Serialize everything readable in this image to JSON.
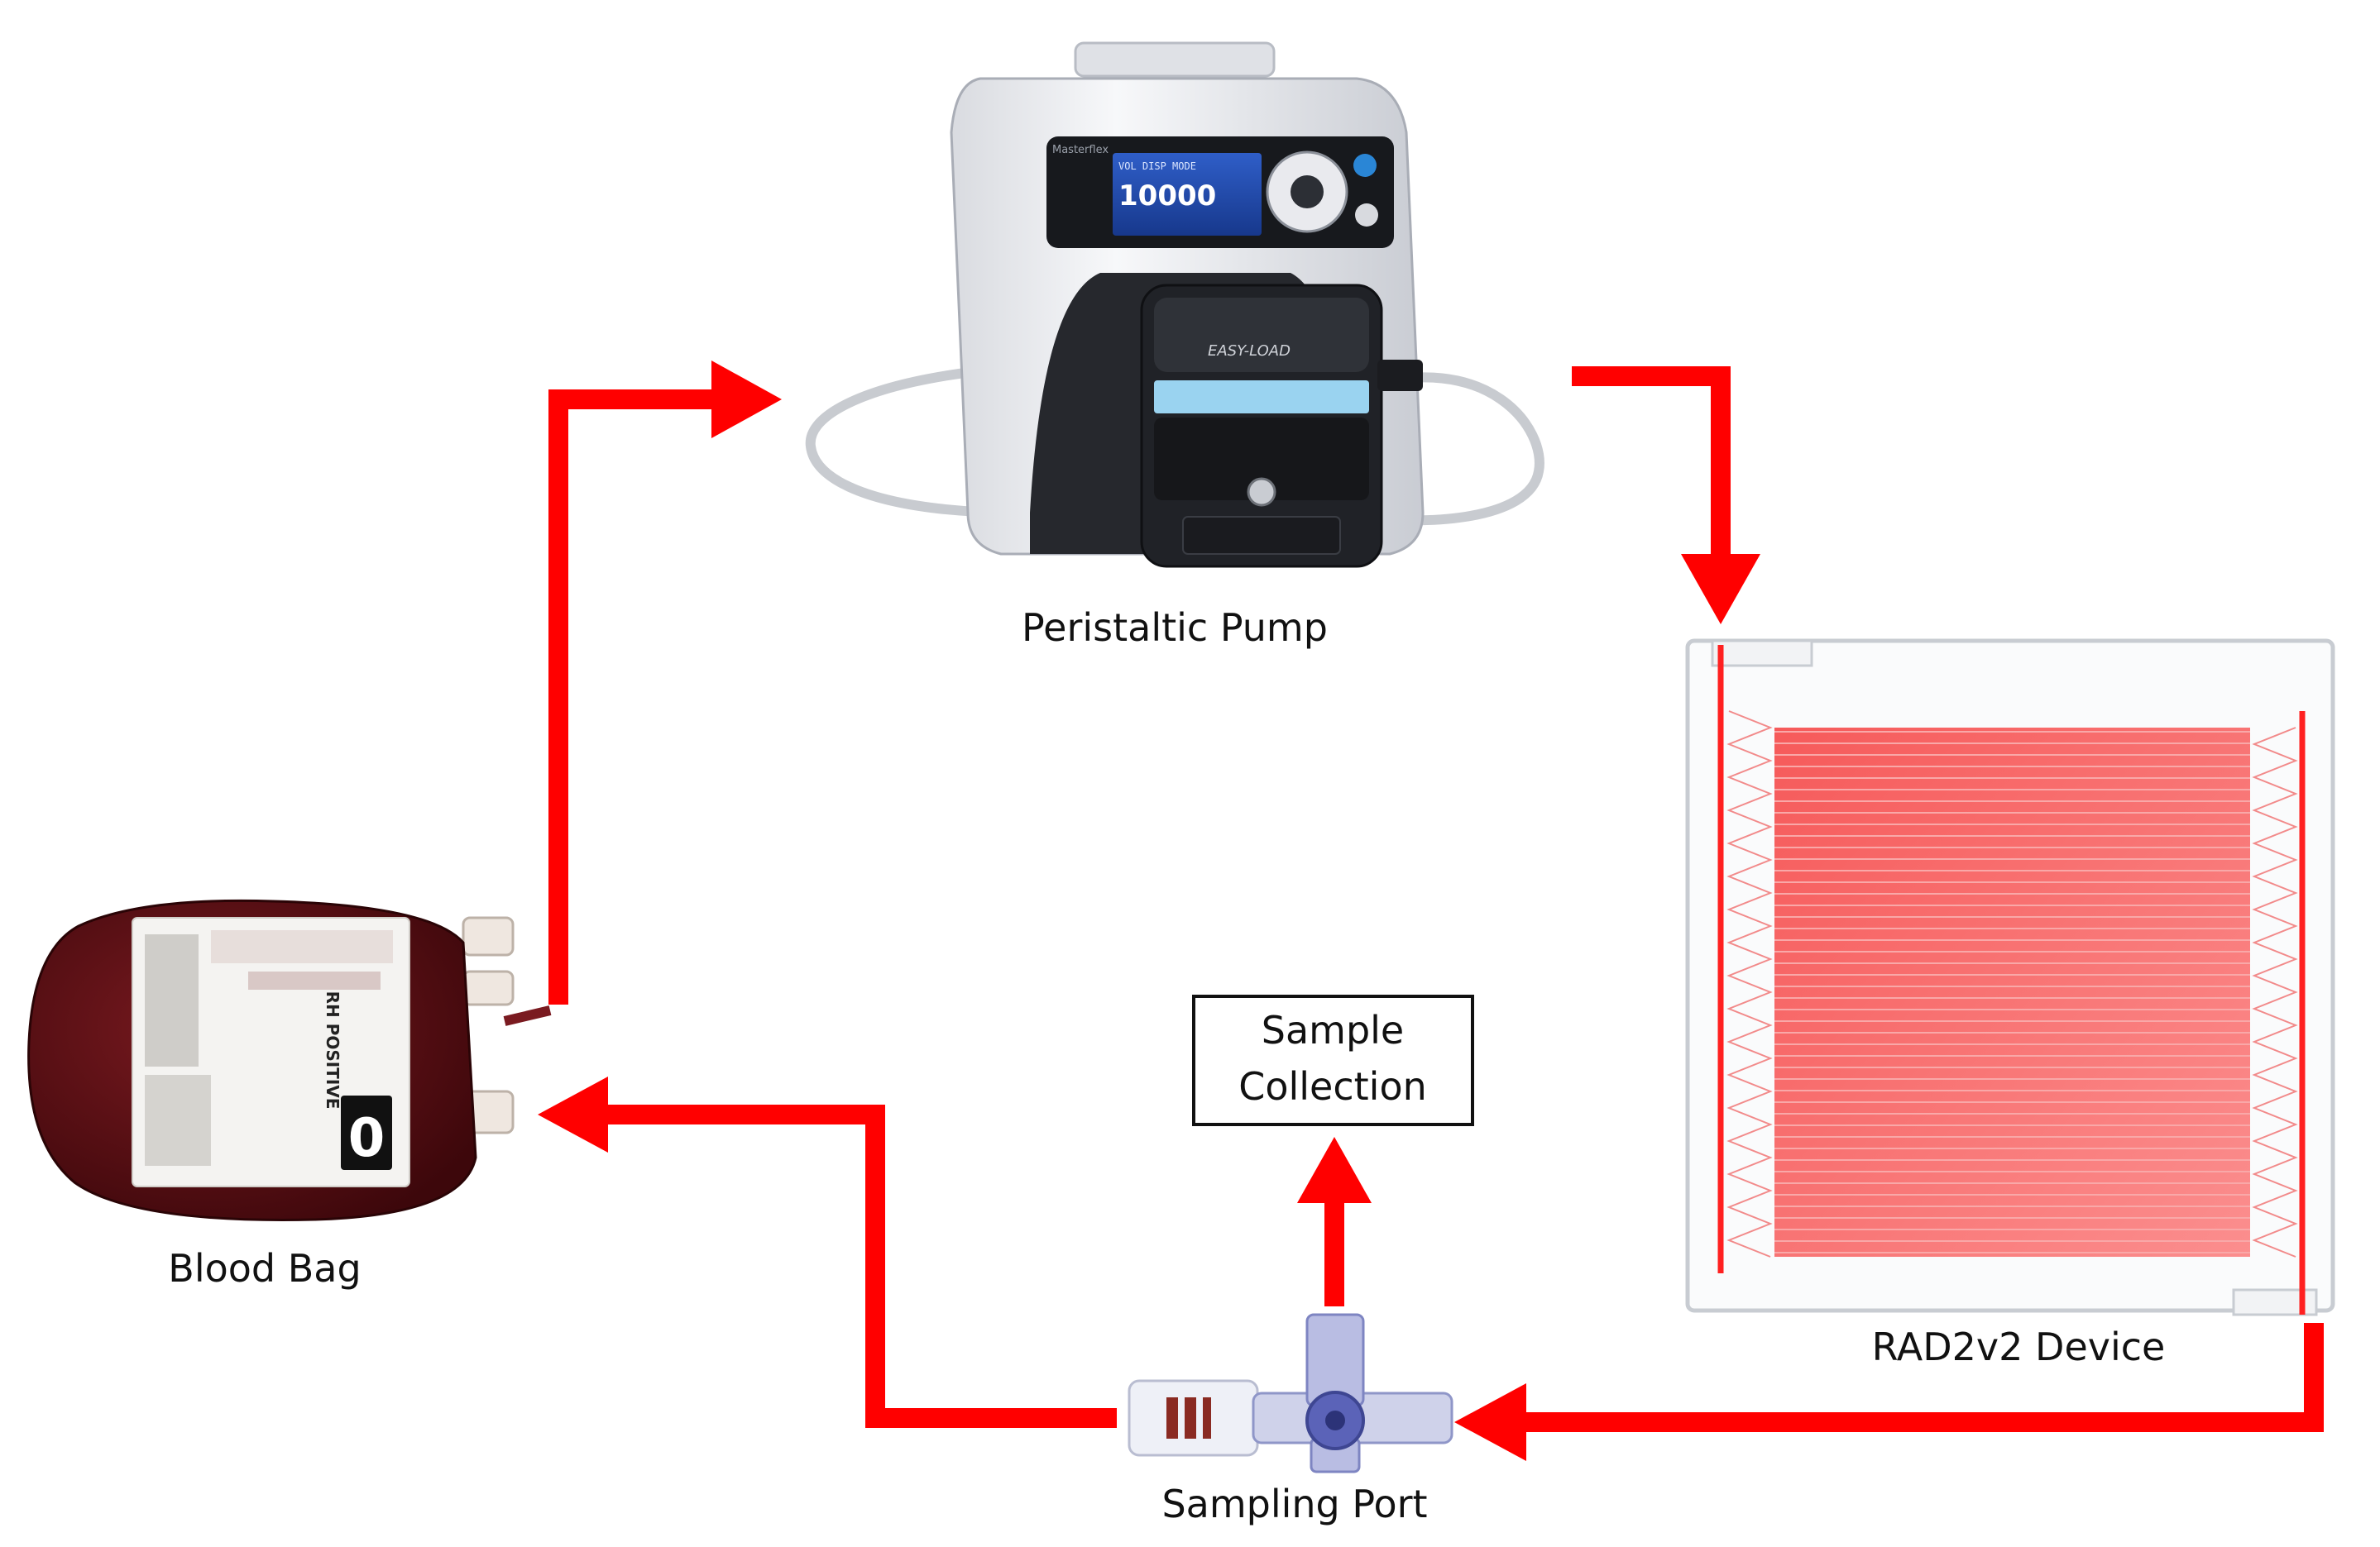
{
  "labels": {
    "pump": "Peristaltic Pump",
    "device": "RAD2v2 Device",
    "bag": "Blood Bag",
    "port": "Sampling Port",
    "collection_line1": "Sample",
    "collection_line2": "Collection"
  },
  "pump_display": {
    "mode": "VOL DISP MODE",
    "value": "10000",
    "brand": "Masterflex",
    "head": "EASY-LOAD"
  },
  "bag_label": {
    "blood_type": "0",
    "rh": "RH POSITIVE"
  },
  "colors": {
    "flow_arrow": "#ff0000",
    "blood": "#5a0e12",
    "device_fill": "#f77777",
    "pump_body": "#eeeff3",
    "pump_head": "#202227",
    "port_blue": "#5b63b8"
  }
}
